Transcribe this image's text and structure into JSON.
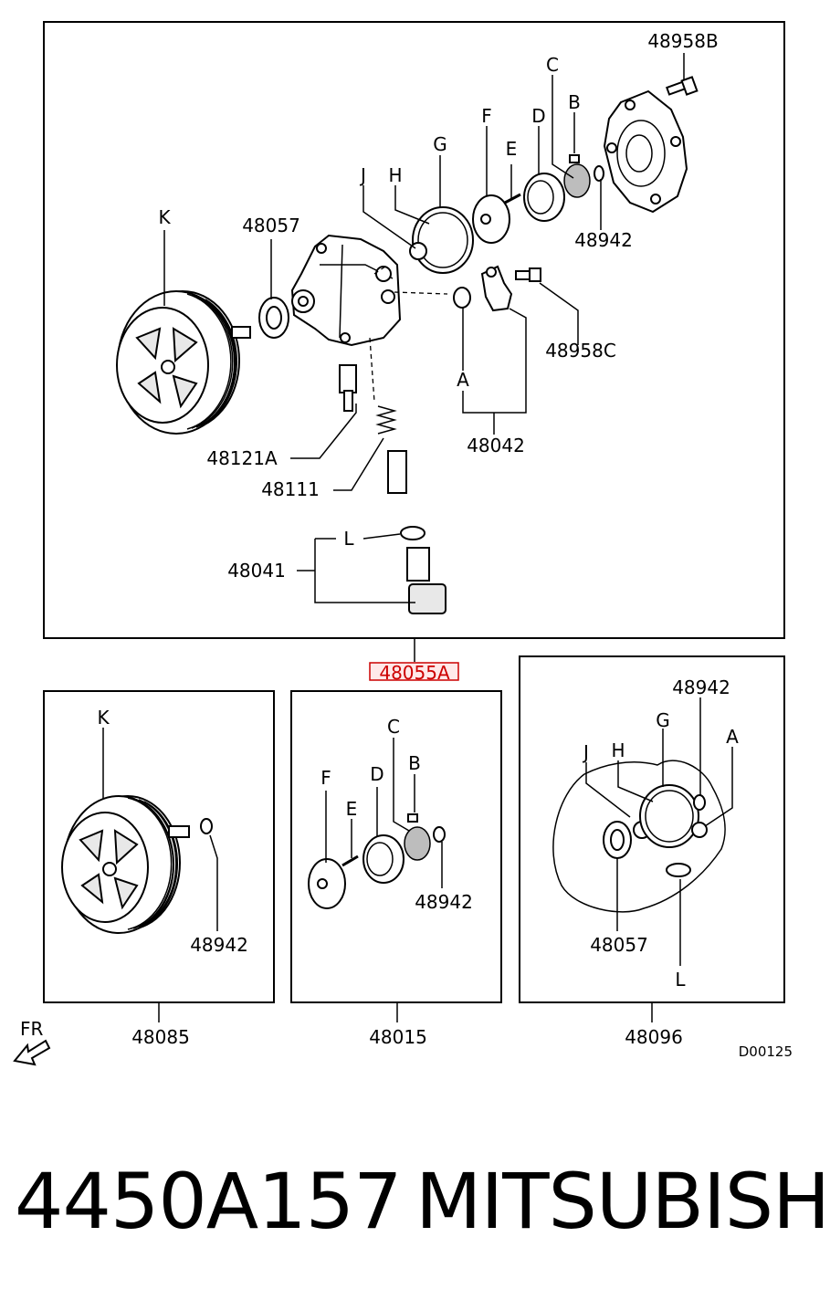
{
  "diagram": {
    "main_assembly": {
      "part": "48055A",
      "labels": {
        "bolt_top": "48958B",
        "c": "C",
        "b": "B",
        "d": "D",
        "e": "E",
        "f": "F",
        "g": "G",
        "h": "H",
        "j": "J",
        "k": "K",
        "a": "A",
        "l": "L",
        "oring_top": "48942",
        "seal": "48057",
        "bolt_right": "48958C",
        "union": "48042",
        "fitting": "48121A",
        "spring": "48111",
        "valve": "48041"
      }
    },
    "pulley_kit": {
      "part": "48085",
      "labels": {
        "k": "K",
        "oring": "48942"
      }
    },
    "cartridge_kit": {
      "part": "48015",
      "labels": {
        "c": "C",
        "b": "B",
        "f": "F",
        "d": "D",
        "e": "E",
        "oring": "48942"
      }
    },
    "seal_kit": {
      "part": "48096",
      "labels": {
        "oring": "48942",
        "g": "G",
        "j": "J",
        "h": "H",
        "a": "A",
        "seal": "48057",
        "l": "L"
      }
    },
    "front_marker": "FR",
    "drawing_code": "D00125"
  },
  "caption": {
    "part_number": "4450A157",
    "brand": "MITSUBISHI"
  },
  "colors": {
    "highlight": "#cc0000"
  }
}
